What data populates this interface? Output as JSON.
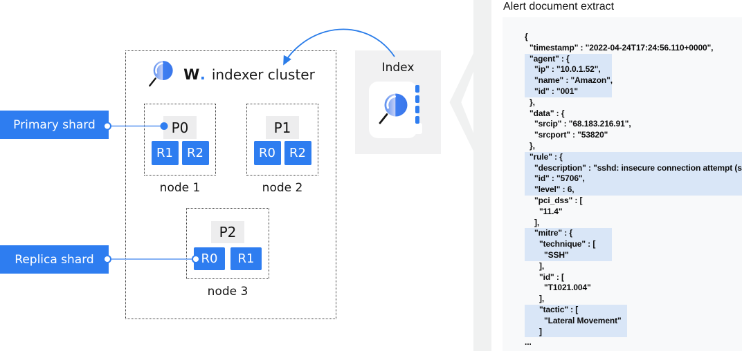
{
  "labels": {
    "primary_shard": "Primary shard",
    "replica_shard": "Replica shard"
  },
  "cluster": {
    "logo_letter": "W",
    "logo_dot": ".",
    "title": "indexer cluster",
    "nodes": [
      {
        "name": "node 1",
        "primary": "P0",
        "replicas": [
          "R1",
          "R2"
        ]
      },
      {
        "name": "node 2",
        "primary": "P1",
        "replicas": [
          "R0",
          "R2"
        ]
      },
      {
        "name": "node 3",
        "primary": "P2",
        "replicas": [
          "R0",
          "R1"
        ]
      }
    ]
  },
  "index_box": {
    "title": "Index"
  },
  "icons": {
    "magnifier": "magnifier-icon",
    "document": "document-icon",
    "arrow": "curved-arrow-icon",
    "chevron": "chevron-left-pointer"
  },
  "colors": {
    "blue": "#2e7df0",
    "connector_blue": "#84b0f4",
    "highlight_blue": "#d9e6f7",
    "panel_gray": "#f8f9fa",
    "box_gray": "#f0f1f1"
  },
  "alert_panel": {
    "title": "Alert document extract",
    "lines": [
      {
        "text": "{",
        "level": 0
      },
      {
        "text": "\"timestamp\" : \"2022-04-24T17:24:56.110+0000\",",
        "level": 1
      },
      {
        "text": "\"agent\" : {",
        "level": 1,
        "hl": "agent"
      },
      {
        "text": "\"ip\" : \"10.0.1.52\",",
        "level": 2,
        "hl": "agent"
      },
      {
        "text": "\"name\" : \"Amazon\",",
        "level": 2,
        "hl": "agent"
      },
      {
        "text": "\"id\" : \"001\"",
        "level": 2,
        "hl": "agent"
      },
      {
        "text": "},",
        "level": 1
      },
      {
        "text": "\"data\" : {",
        "level": 1
      },
      {
        "text": "\"srcip\" : \"68.183.216.91\",",
        "level": 2
      },
      {
        "text": "\"srcport\" : \"53820\"",
        "level": 2
      },
      {
        "text": "},",
        "level": 1
      },
      {
        "text": "\"rule\" : {",
        "level": 1,
        "hl": "rule"
      },
      {
        "text": "\"description\" : \"sshd: insecure connection attempt (scan).\",",
        "level": 2,
        "hl": "rule"
      },
      {
        "text": "\"id\" : \"5706\",",
        "level": 2,
        "hl": "rule"
      },
      {
        "text": "\"level\" : 6,",
        "level": 2,
        "hl": "rule"
      },
      {
        "text": "\"pci_dss\" : [",
        "level": 2
      },
      {
        "text": "\"11.4\"",
        "level": 3
      },
      {
        "text": "],",
        "level": 2
      },
      {
        "text": "\"mitre\" : {",
        "level": 2,
        "hl": "mitre"
      },
      {
        "text": "\"technique\" : [",
        "level": 3,
        "hl": "mitre"
      },
      {
        "text": "\"SSH\"",
        "level": 4,
        "hl": "mitre"
      },
      {
        "text": "],",
        "level": 3
      },
      {
        "text": "\"id\" : [",
        "level": 3
      },
      {
        "text": "\"T1021.004\"",
        "level": 4
      },
      {
        "text": "],",
        "level": 3
      },
      {
        "text": "\"tactic\" : [",
        "level": 3,
        "hl": "tactic"
      },
      {
        "text": "\"Lateral Movement\"",
        "level": 4,
        "hl": "tactic"
      },
      {
        "text": "]",
        "level": 3,
        "hl": "tactic"
      },
      {
        "text": "...",
        "level": 0
      }
    ]
  }
}
